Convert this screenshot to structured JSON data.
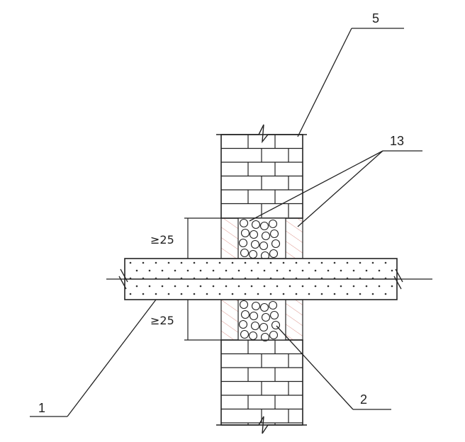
{
  "colors": {
    "line": "#222222",
    "fill_hatch": "#c0392b",
    "background": "#ffffff"
  },
  "labels": {
    "callout_1": "1",
    "callout_2": "2",
    "callout_5": "5",
    "callout_13": "13"
  },
  "dimensions": {
    "top_gap": "≥25",
    "bottom_gap": "≥25"
  }
}
